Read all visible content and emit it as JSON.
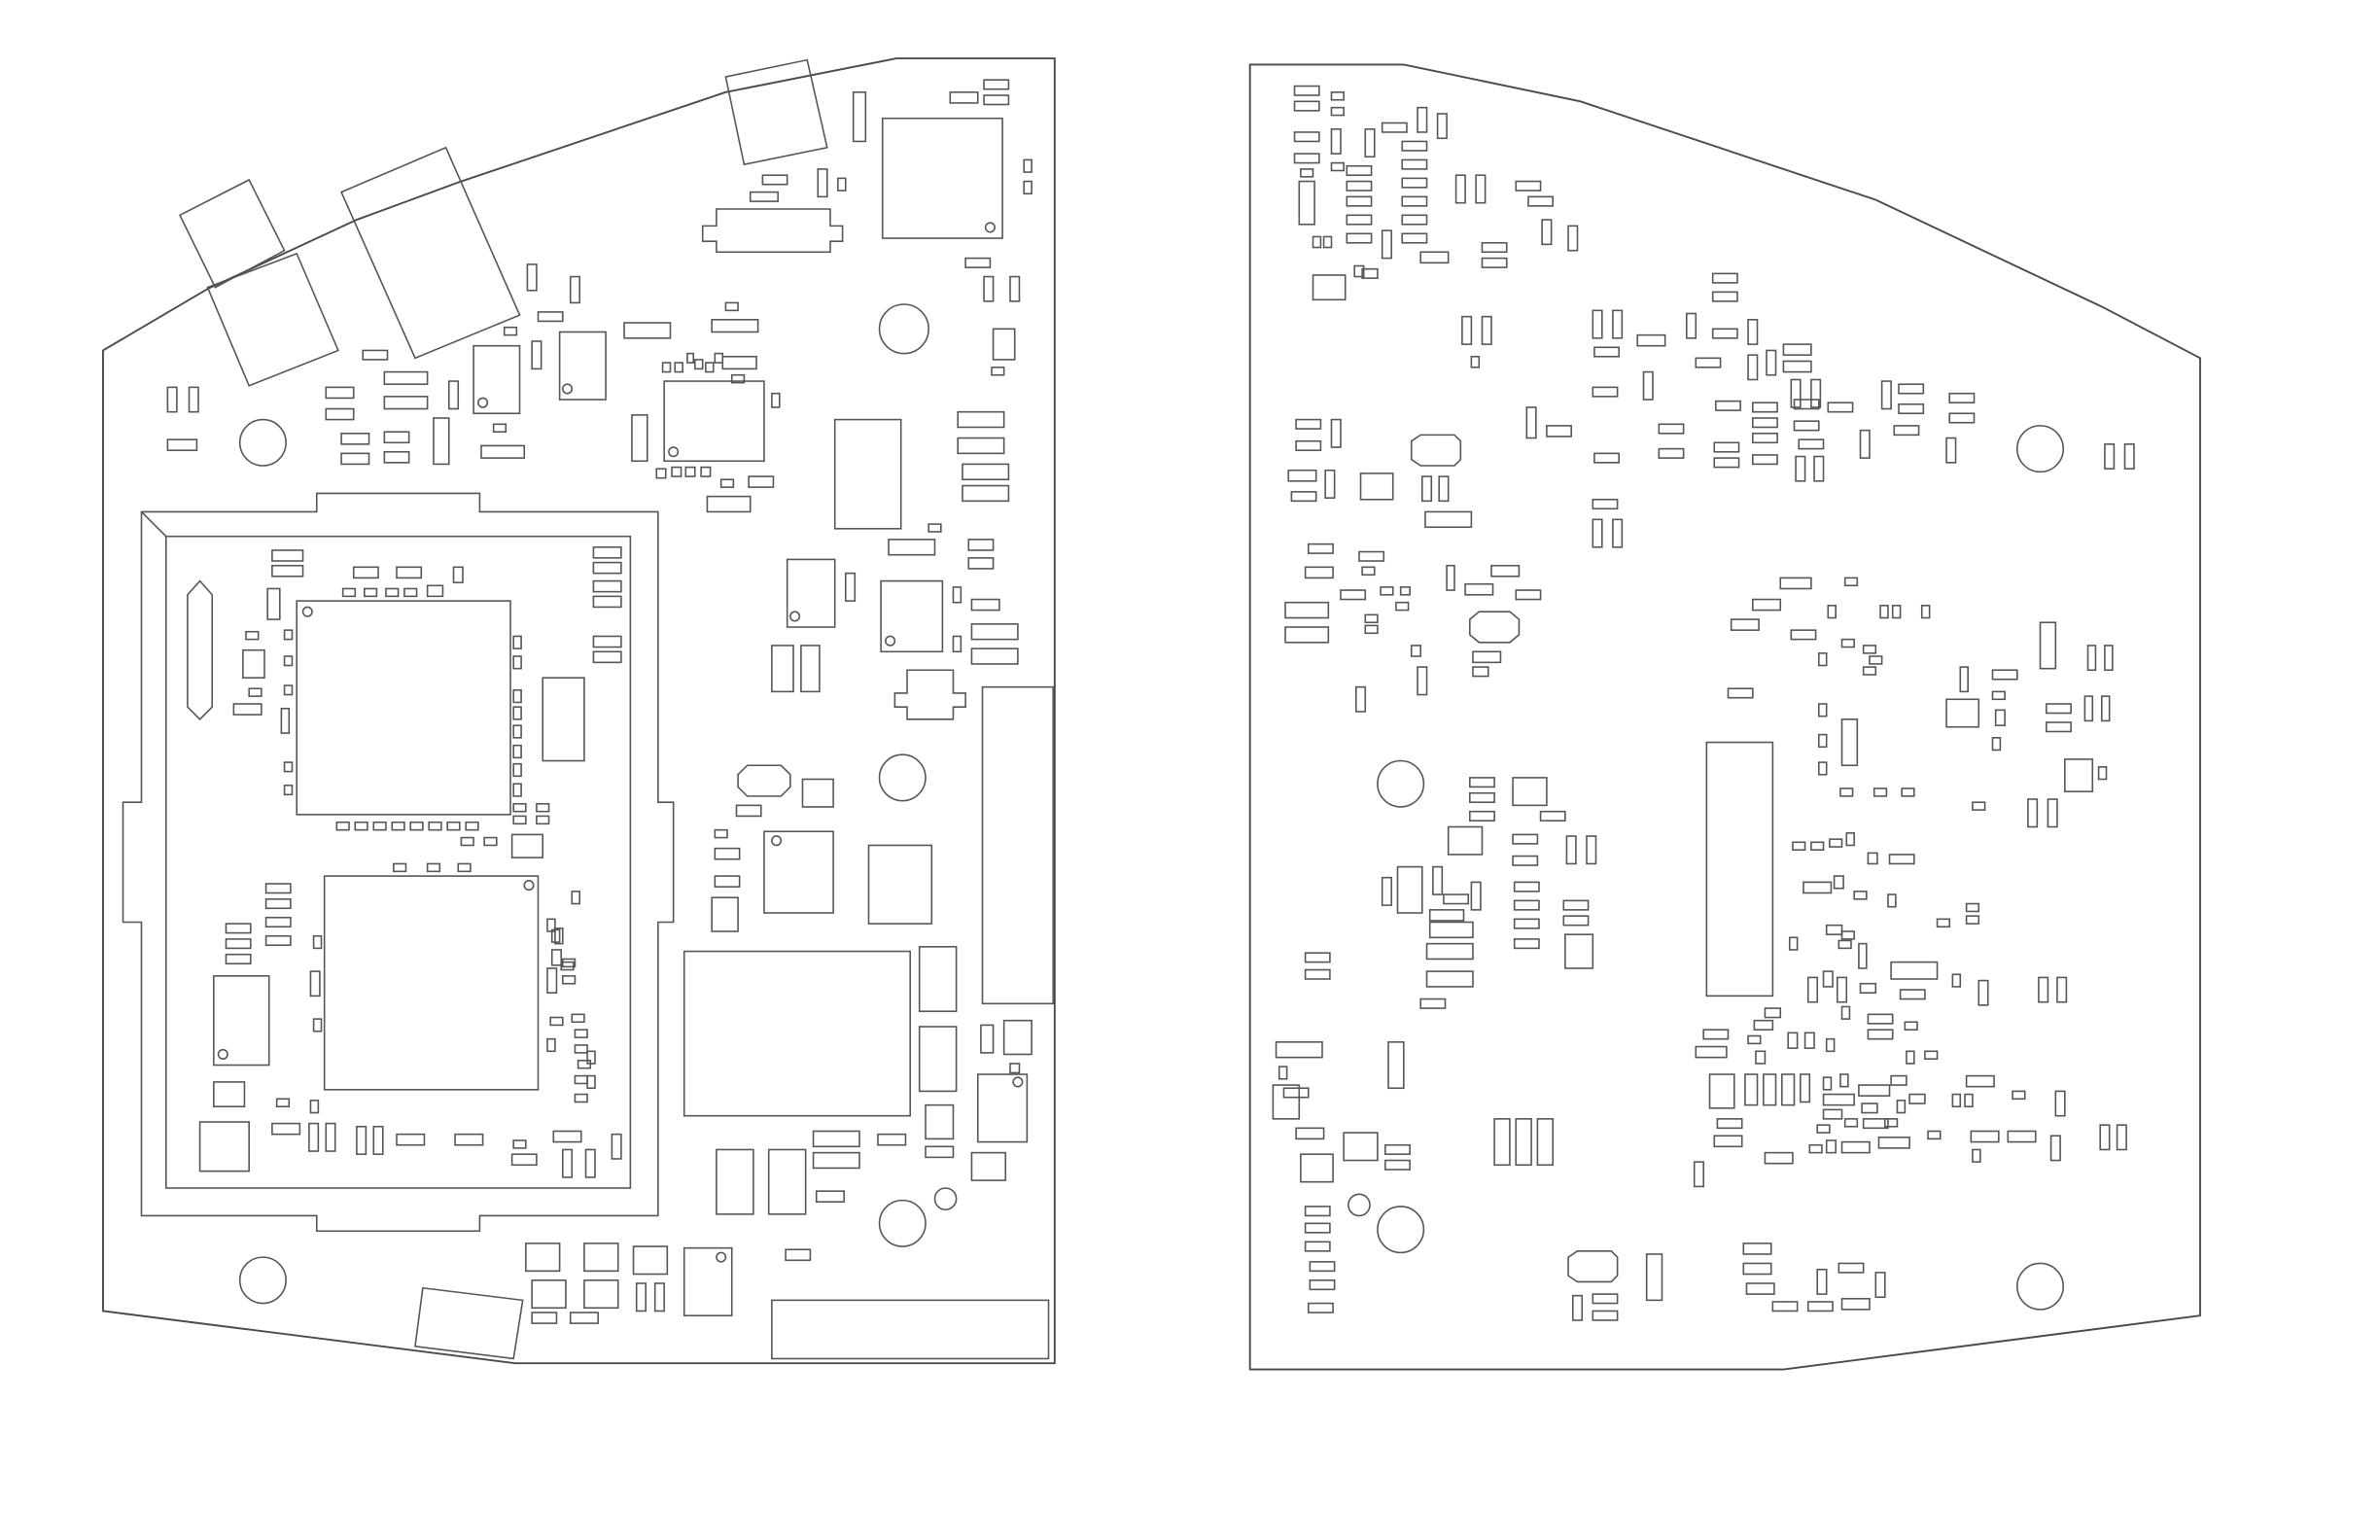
{
  "drawing": {
    "view": "pcb-assembly-drawing",
    "layers": [
      "top-side",
      "bottom-side"
    ],
    "line_color": "#4a4a4a",
    "background": "#ffffff"
  }
}
